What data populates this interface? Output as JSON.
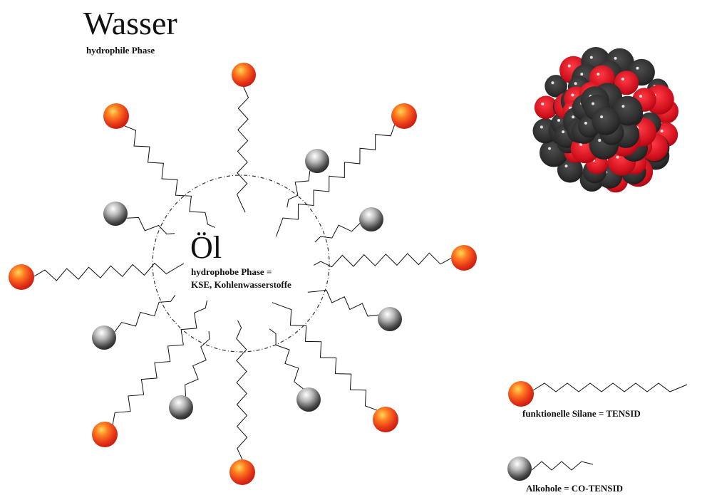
{
  "water": {
    "title": "Wasser",
    "subtitle": "hydrophile Phase"
  },
  "oil": {
    "title": "Öl",
    "subtitle_line1": "hydrophobe Phase =",
    "subtitle_line2": "KSE, Kohlenwasserstoffe"
  },
  "legend": {
    "surfactant_label": "funktionelle Silane = TENSID",
    "cosurfactant_label": "Alkohole = CO-TENSID"
  },
  "colors": {
    "surfactant_head": "#e83a1a",
    "cosurfactant_head": "#6e6e6e",
    "chain": "#111111",
    "cluster_red": "#d0101e",
    "cluster_dark": "#2f2f2f"
  }
}
